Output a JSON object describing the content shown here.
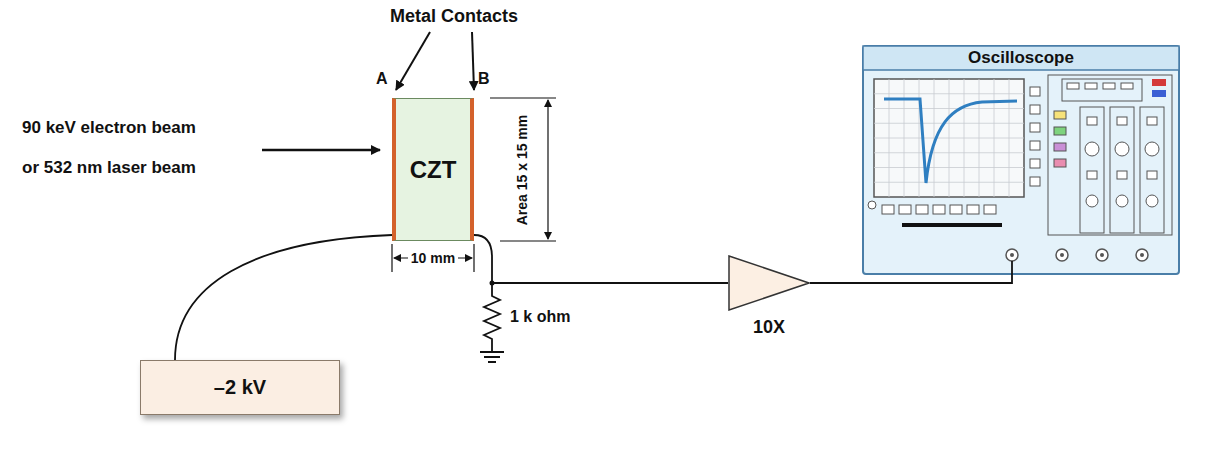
{
  "diagram": {
    "nodes": [
      {
        "text": [
          "CZT"
        ]
      },
      {
        "text": [
          "Oscilloscope"
        ]
      },
      {
        "text": [
          "10X"
        ]
      },
      {
        "text": [
          "–2 kV"
        ]
      }
    ],
    "edges": [
      {
        "from": 3,
        "to": 0,
        "arrow": "none"
      },
      {
        "from": 0,
        "to": 2,
        "arrow": "none"
      },
      {
        "from": 2,
        "to": 1,
        "arrow": "none"
      }
    ],
    "labels": [
      "Metal Contacts",
      "A",
      "B",
      "90 keV electron beam",
      "or 532 nm laser beam",
      "Area 15 x 15 mm",
      "10 mm",
      "1 k ohm"
    ]
  }
}
